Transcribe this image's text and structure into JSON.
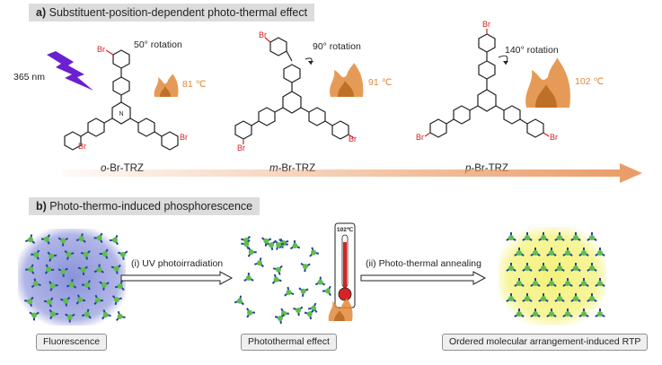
{
  "panel_a": {
    "letter": "a)",
    "title": "Substituent-position-dependent photo-thermal effect",
    "light_label": "365 nm",
    "compounds": [
      {
        "prefix": "o",
        "suffix": "-Br-TRZ",
        "rotation": "50° rotation",
        "temp": "81 ℃"
      },
      {
        "prefix": "m",
        "suffix": "-Br-TRZ",
        "rotation": "90° rotation",
        "temp": "91 ℃"
      },
      {
        "prefix": "p",
        "suffix": "-Br-TRZ",
        "rotation": "140° rotation",
        "temp": "102 ℃"
      }
    ],
    "atom_br": "Br",
    "atom_n": "N"
  },
  "panel_b": {
    "letter": "b)",
    "title": "Photo-thermo-induced phosphorescence",
    "step1": "(i) UV photoirradiation",
    "step2": "(ii) Photo-thermal annealing",
    "thermometer_label": "102℃",
    "stages": [
      "Fluorescence",
      "Photothermal effect",
      "Ordered molecular arrangement-induced RTP"
    ]
  },
  "colors": {
    "bromine": "#d42020",
    "lightning": "#6a1fd1",
    "temperature": "#e0893a",
    "gradient_arrow": "#e8955c",
    "fluorescence_glow": "#7d86d6",
    "rtp_glow": "#f4f27a",
    "node_green": "#5fbf4a",
    "arm_blue": "#27459c",
    "thermometer_red": "#d62323"
  }
}
